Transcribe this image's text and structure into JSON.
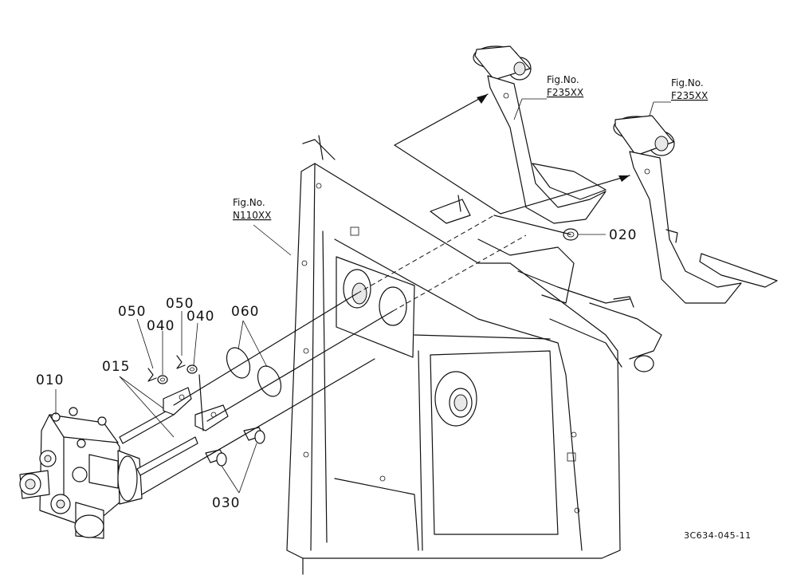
{
  "parts": {
    "p010": "010",
    "p015": "015",
    "p020": "020",
    "p030": "030",
    "p040a": "040",
    "p040b": "040",
    "p050a": "050",
    "p050b": "050",
    "p060": "060"
  },
  "refs": {
    "fig_label": "Fig.No.",
    "ref1": "F235XX",
    "ref2": "F235XX",
    "ref3": "N110XX"
  },
  "drawing_code": "3C634-045-11"
}
